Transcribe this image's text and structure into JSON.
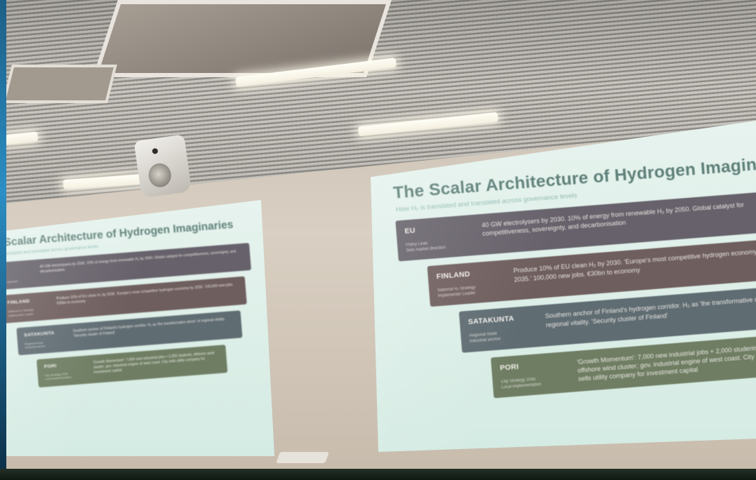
{
  "slide": {
    "title": "The Scalar Architecture of Hydrogen Imaginaries",
    "subtitle": "How H₂ is translated and translated across governance levels",
    "tiers": [
      {
        "name": "EU",
        "role": "Policy Lead\nSets market direction",
        "text": "40 GW electrolysers by 2030. 10% of energy from renewable H₂ by 2050. Global catalyst for competitiveness, sovereignty, and decarbonisation"
      },
      {
        "name": "FINLAND",
        "role": "National H₂ Strategy\nImplementer Leader",
        "text": "Produce 10% of EU clean H₂ by 2030. 'Europe's most competitive hydrogen economy by 2035.' 100,000 new jobs. €30bn to economy"
      },
      {
        "name": "SATAKUNTA",
        "role": "Regional Node\nIndustrial anchor",
        "text": "Southern anchor of Finland's hydrogen corridor. H₂ as 'the transformative driver' of regional vitality. 'Security cluster of Finland'"
      },
      {
        "name": "PORI",
        "role": "City Strategy 2035\nLocal implementation",
        "text": "'Growth Momentum': 7,000 new industrial jobs + 2,000 students; offshore wind cluster; gov. industrial engine of west coast. City sells utility company for investment capital"
      }
    ]
  }
}
